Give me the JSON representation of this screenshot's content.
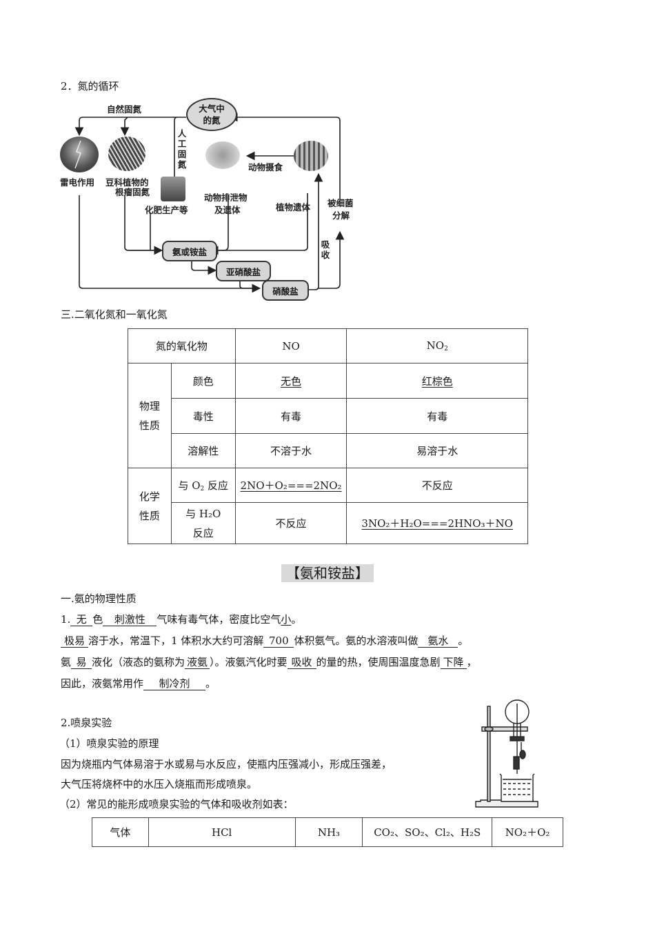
{
  "section_nitrogen_cycle": {
    "title": "2．氮的循环",
    "diagram": {
      "center_node": "大气中\n的氮",
      "natural_fixation_label": "自然固氮",
      "artificial_fixation_label": "人工固氮",
      "lightning_label": "雷电作用",
      "legume_label_line1": "豆科植物的",
      "legume_label_line2": "根瘤固氮",
      "fertilizer_label": "化肥生产等",
      "animal_feeding_label": "动物摄食",
      "animal_waste_label_line1": "动物排泄物",
      "animal_waste_label_line2": "及遗体",
      "plant_remains_label": "植物遗体",
      "bacteria_label_line1": "被细菌",
      "bacteria_label_line2": "分解",
      "absorb_label": "吸收",
      "ammonia_box": "氨或铵盐",
      "nitrite_box": "亚硝酸盐",
      "nitrate_box": "硝酸盐"
    }
  },
  "section_oxides": {
    "title": "三.二氧化氮和一氧化氮",
    "table": {
      "header": {
        "col0": "氮的氧化物",
        "col1": "NO",
        "col2_main": "NO",
        "col2_sub": "2"
      },
      "physical_group": "物理\n性质",
      "chemical_group": "化学\n性质",
      "rows": [
        {
          "prop": "颜色",
          "no": "无色",
          "no2": "红棕色"
        },
        {
          "prop": "毒性",
          "no": "有毒",
          "no2": "有毒"
        },
        {
          "prop": "溶解性",
          "no": "不溶于水",
          "no2": "易溶于水"
        }
      ],
      "o2_row": {
        "prop_pre": "与 O",
        "prop_sub": "2",
        "prop_post": " 反应",
        "no": "2NO＋O₂===2NO₂",
        "no2": "不反应"
      },
      "h2o_row": {
        "prop_line1": "与 H₂O",
        "prop_line2": "反应",
        "no": "不反应",
        "no2": "3NO₂＋H₂O===2HNO₃＋NO"
      }
    }
  },
  "section_ammonia": {
    "heading": "【氨和铵盐】",
    "sub1_title": "一.氨的物理性质",
    "line1": {
      "prefix": "1.",
      "b1": "无",
      "t1": "色",
      "b2": "刺激性",
      "t2": "气味有毒气体，密度比空气",
      "b3": "小",
      "t3": "。"
    },
    "line2": {
      "b1": "极易",
      "t1": "溶于水，常温下，1 体积水大约可溶解",
      "b2": "700",
      "t2": "体积氨气。氨的水溶液叫做",
      "b3": "氨水",
      "t3": "。"
    },
    "line3": {
      "t0": "氨",
      "b1": "易",
      "t1": "液化（液态的氨称为",
      "b2": "液氨",
      "t2": "）。液氨汽化时要",
      "b3": "吸收",
      "t3": "的量的热，使周围温度急剧",
      "b4": "下降",
      "t4": "，"
    },
    "line4": {
      "t1": "因此，液氨常用作",
      "b1": "制冷剂",
      "t2": "。"
    },
    "sub2_title": "2.喷泉实验",
    "sub2_1": "（1）喷泉实验的原理",
    "principle_line1": "因为烧瓶内气体易溶于水或易与水反应，使瓶内压强减小，形成压强差，",
    "principle_line2": "大气压将烧杯中的水压入烧瓶而形成喷泉。",
    "sub2_2": "（2）常见的能形成喷泉实验的气体和吸收剂如表：",
    "gas_table": {
      "label": "气体",
      "cells": [
        "HCl",
        "NH₃",
        "CO₂、SO₂、Cl₂、H₂S",
        "NO₂＋O₂"
      ]
    }
  }
}
